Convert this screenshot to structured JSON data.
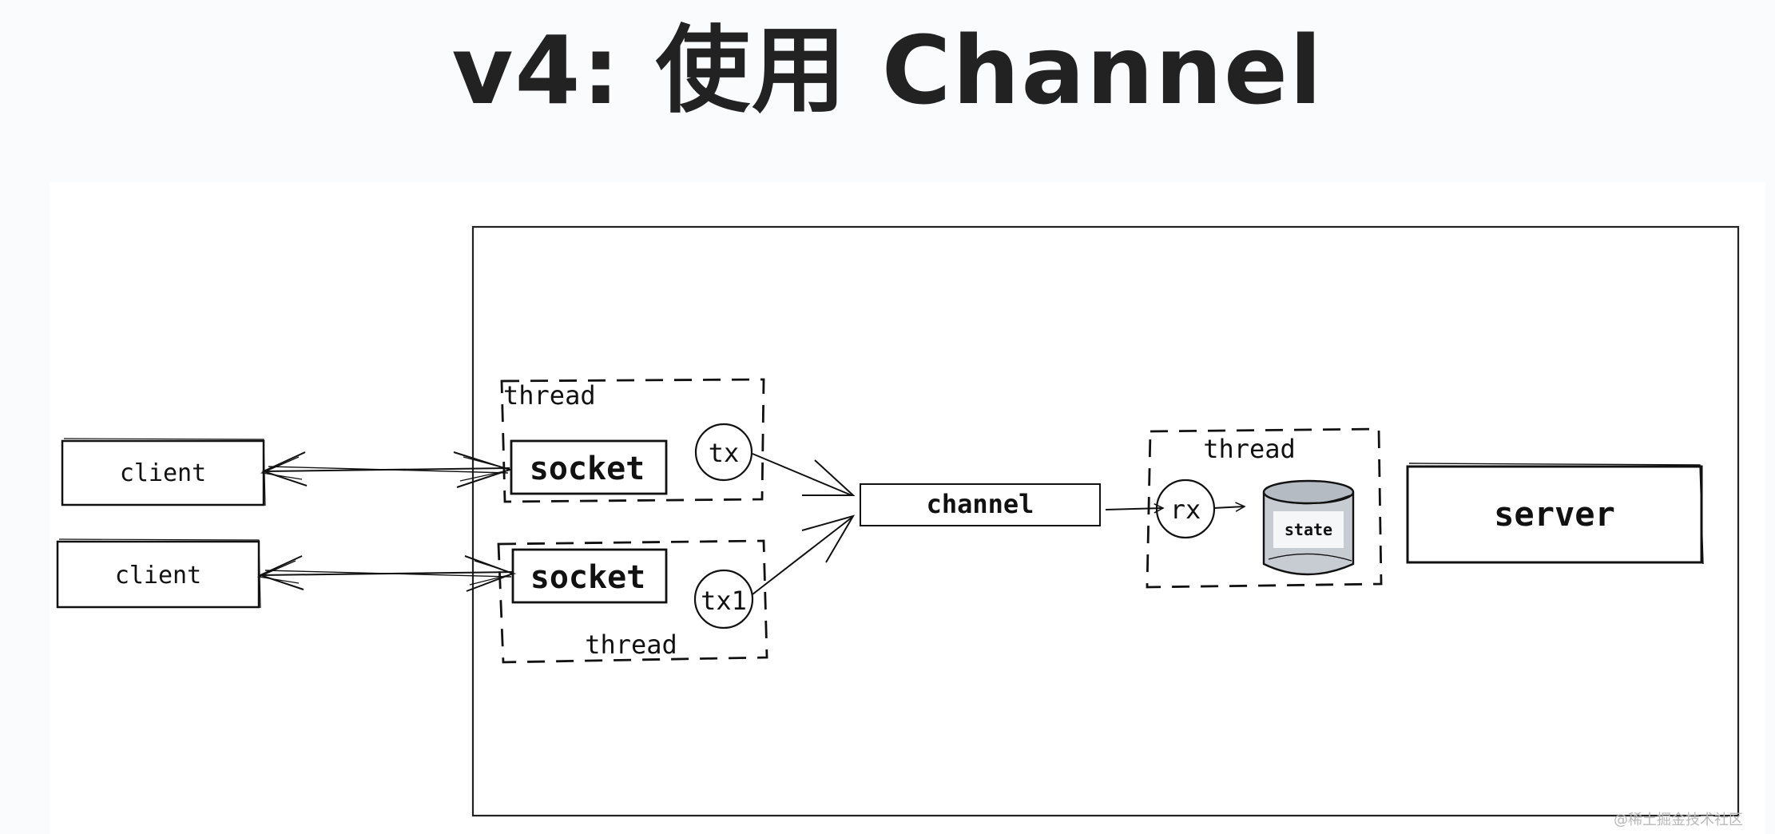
{
  "title": "v4: 使用 Channel",
  "watermark": "@稀土掘金技术社区",
  "nodes": {
    "client_top": "client",
    "client_bottom": "client",
    "thread_top": "thread",
    "socket_top": "socket",
    "tx": "tx",
    "socket_bottom": "socket",
    "tx1": "tx1",
    "thread_bottom": "thread",
    "channel": "channel",
    "thread_right": "thread",
    "rx": "rx",
    "state": "state",
    "server": "server"
  }
}
